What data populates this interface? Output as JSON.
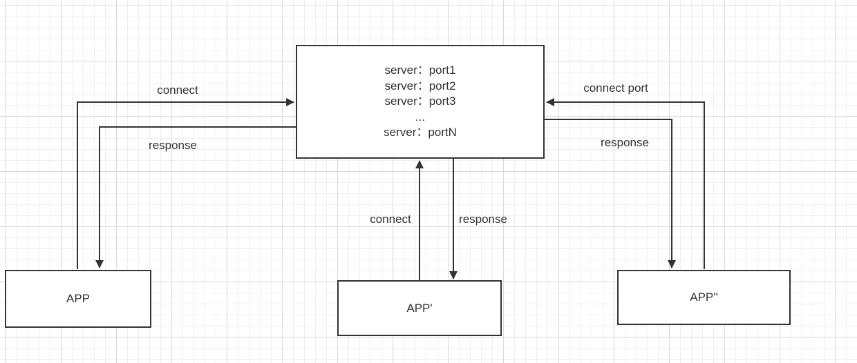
{
  "server": {
    "lines": [
      "server：port1",
      "server：port2",
      "server：port3",
      "...",
      "server：portN"
    ]
  },
  "apps": {
    "app1": "APP",
    "app2": "APP'",
    "app3": "APP''"
  },
  "edges": {
    "app1_connect": "connect",
    "app1_response": "response",
    "app2_connect": "connect",
    "app2_response": "response",
    "app3_connect": "connect port",
    "app3_response": "response"
  },
  "colors": {
    "line": "#333333",
    "grid": "#d9d9d9",
    "background": "#ffffff"
  }
}
